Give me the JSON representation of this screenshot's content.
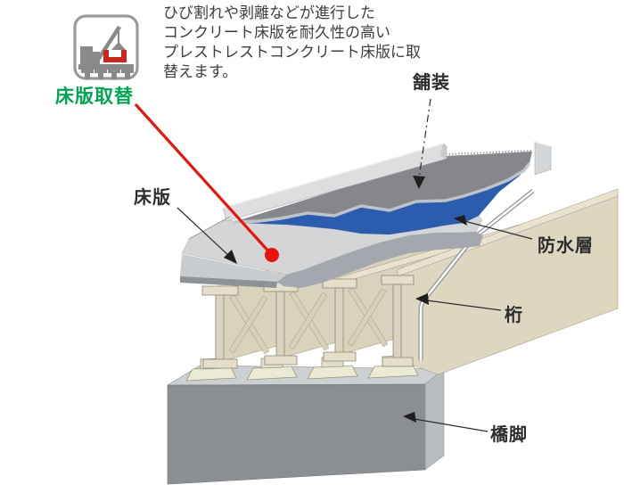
{
  "header": {
    "icon_label": "床版取替",
    "description_lines": [
      "ひび割れや剥離などが進行した",
      "コンクリート床版を耐久性の高い",
      "プレストレストコンクリート床版に取",
      "替えます。"
    ]
  },
  "diagram_labels": {
    "pavement": "舗装",
    "deck_slab": "床版",
    "waterproofing_layer": "防水層",
    "girder": "桁",
    "pier": "橋脚"
  },
  "colors": {
    "icon_label_green": "#00a551",
    "annotation_red": "#e9150d",
    "pavement_gray": "#85878b",
    "waterproofing_blue": "#2c5cad",
    "slab_light_gray": "#d3d5d7",
    "girder_beige": "#ddd7c1",
    "pier_gray": "#8b8f93"
  }
}
